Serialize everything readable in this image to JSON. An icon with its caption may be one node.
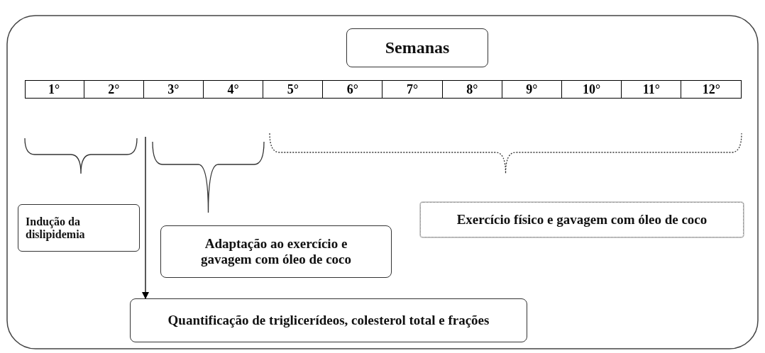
{
  "diagram": {
    "nodes": [
      {
        "text": [
          "Semanas"
        ]
      },
      {
        "text": [
          "Indução da dislipidemia"
        ]
      },
      {
        "text": [
          "Adaptação ao exercício e gavagem com óleo de coco"
        ]
      },
      {
        "text": [
          "Exercício físico e gavagem com óleo de coco"
        ]
      },
      {
        "text": [
          "Quantificação de triglicerídeos, colesterol total e frações"
        ]
      }
    ],
    "edges": [
      {
        "from": null,
        "to": 4,
        "arrow": "to"
      }
    ],
    "labels": [
      "1°",
      "2°",
      "3°",
      "4°",
      "5°",
      "6°",
      "7°",
      "8°",
      "9°",
      "10°",
      "11°",
      "12°"
    ]
  }
}
